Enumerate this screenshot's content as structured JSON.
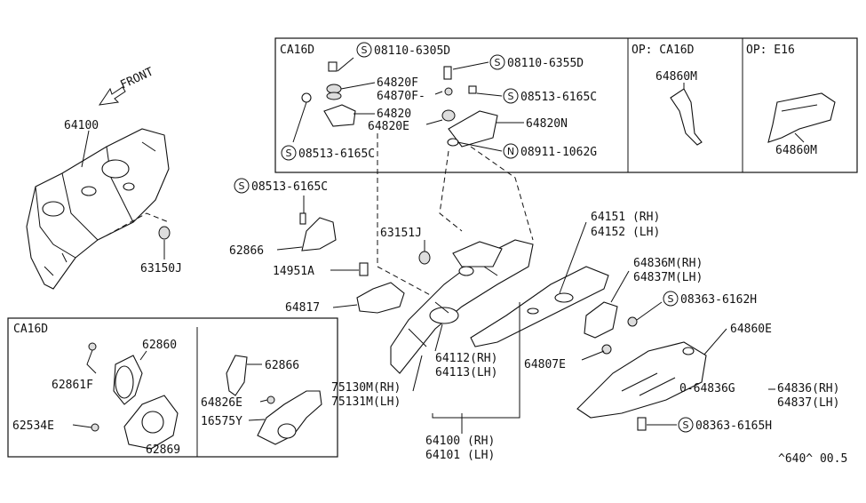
{
  "front_label": "FRONT",
  "boxes": {
    "top_main_title": "CA16D",
    "op_ca16d_title": "OP: CA16D",
    "op_e16_title": "OP: E16",
    "bottom_left_title": "CA16D"
  },
  "labels": {
    "p64100_top": "64100",
    "p63150j": "63150J",
    "s08110_6305d": "08110-6305D",
    "p64820f": "64820F",
    "p64870f": "64870F-",
    "p64820": "64820",
    "p64820e": "64820E",
    "s08513_6165c_a": "08513-6165C",
    "s08110_6355d": "08110-6355D",
    "s08513_6165c_b": "08513-6165C",
    "p64820n": "64820N",
    "n08911_1062g": "08911-1062G",
    "p64860m_a": "64860M",
    "p64860m_b": "64860M",
    "s08513_6165c_c": "08513-6165C",
    "p62866_a": "62866",
    "p63151j": "63151J",
    "p14951a": "14951A",
    "p64817": "64817",
    "p64151": "64151 (RH)",
    "p64152": "64152 (LH)",
    "p64836m": "64836M(RH)",
    "p64837m": "64837M(LH)",
    "s08363_6162h": "08363-6162H",
    "p64860e": "64860E",
    "p64807e": "64807E",
    "p64112": "64112(RH)",
    "p64113": "64113(LH)",
    "p75130m": "75130M(RH)",
    "p75131m": "75131M(LH)",
    "p64836g": "64836G",
    "p64836": "64836(RH)",
    "p64837": "64837(LH)",
    "s08363_6165h": "08363-6165H",
    "p64100_bottom": "64100 (RH)",
    "p64101": "64101 (LH)",
    "p62860": "62860",
    "p62861f": "62861F",
    "p62534e": "62534E",
    "p62869": "62869",
    "p62866_b": "62866",
    "p64826e": "64826E",
    "p16575y": "16575Y",
    "diagram_code": "^640^ 00.5"
  },
  "markers": {
    "s": "S",
    "n": "N",
    "dash_prefix": "0-"
  }
}
